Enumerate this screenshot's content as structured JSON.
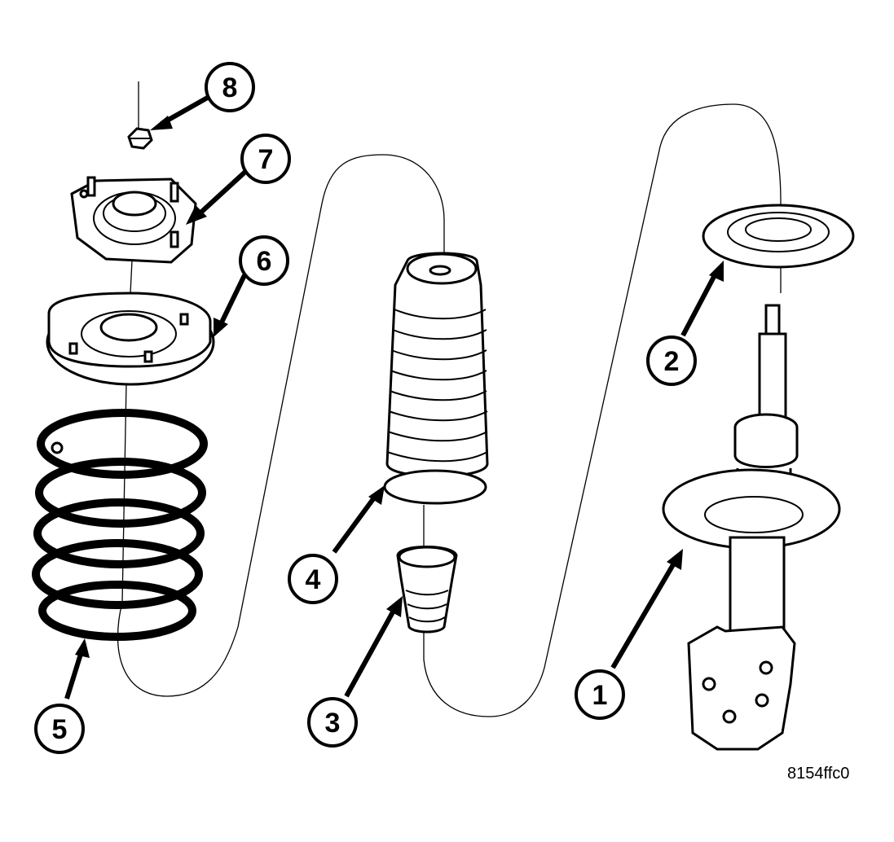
{
  "figure_id": "8154ffc0",
  "callouts": [
    {
      "id": "1"
    },
    {
      "id": "2"
    },
    {
      "id": "3"
    },
    {
      "id": "4"
    },
    {
      "id": "5"
    },
    {
      "id": "6"
    },
    {
      "id": "7"
    },
    {
      "id": "8"
    }
  ]
}
